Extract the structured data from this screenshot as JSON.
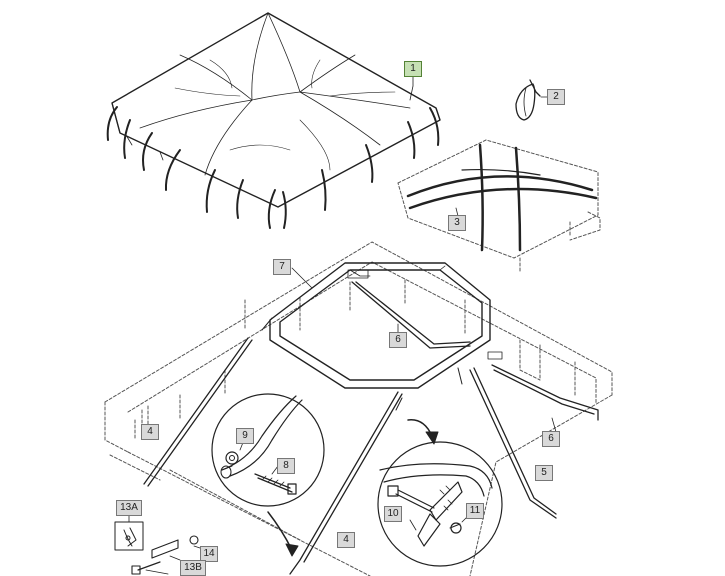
{
  "callouts": {
    "c1": "1",
    "c2": "2",
    "c3": "3",
    "c4a": "4",
    "c4b": "4",
    "c5": "5",
    "c6a": "6",
    "c6b": "6",
    "c7": "7",
    "c8": "8",
    "c9": "9",
    "c10": "10",
    "c11": "11",
    "c13a": "13A",
    "c13b": "13B",
    "c14": "14"
  },
  "colors": {
    "line": "#222222",
    "dash": "#555555",
    "callout_fill": "#d9d9d9",
    "callout_selected": "#c6e0b4"
  }
}
